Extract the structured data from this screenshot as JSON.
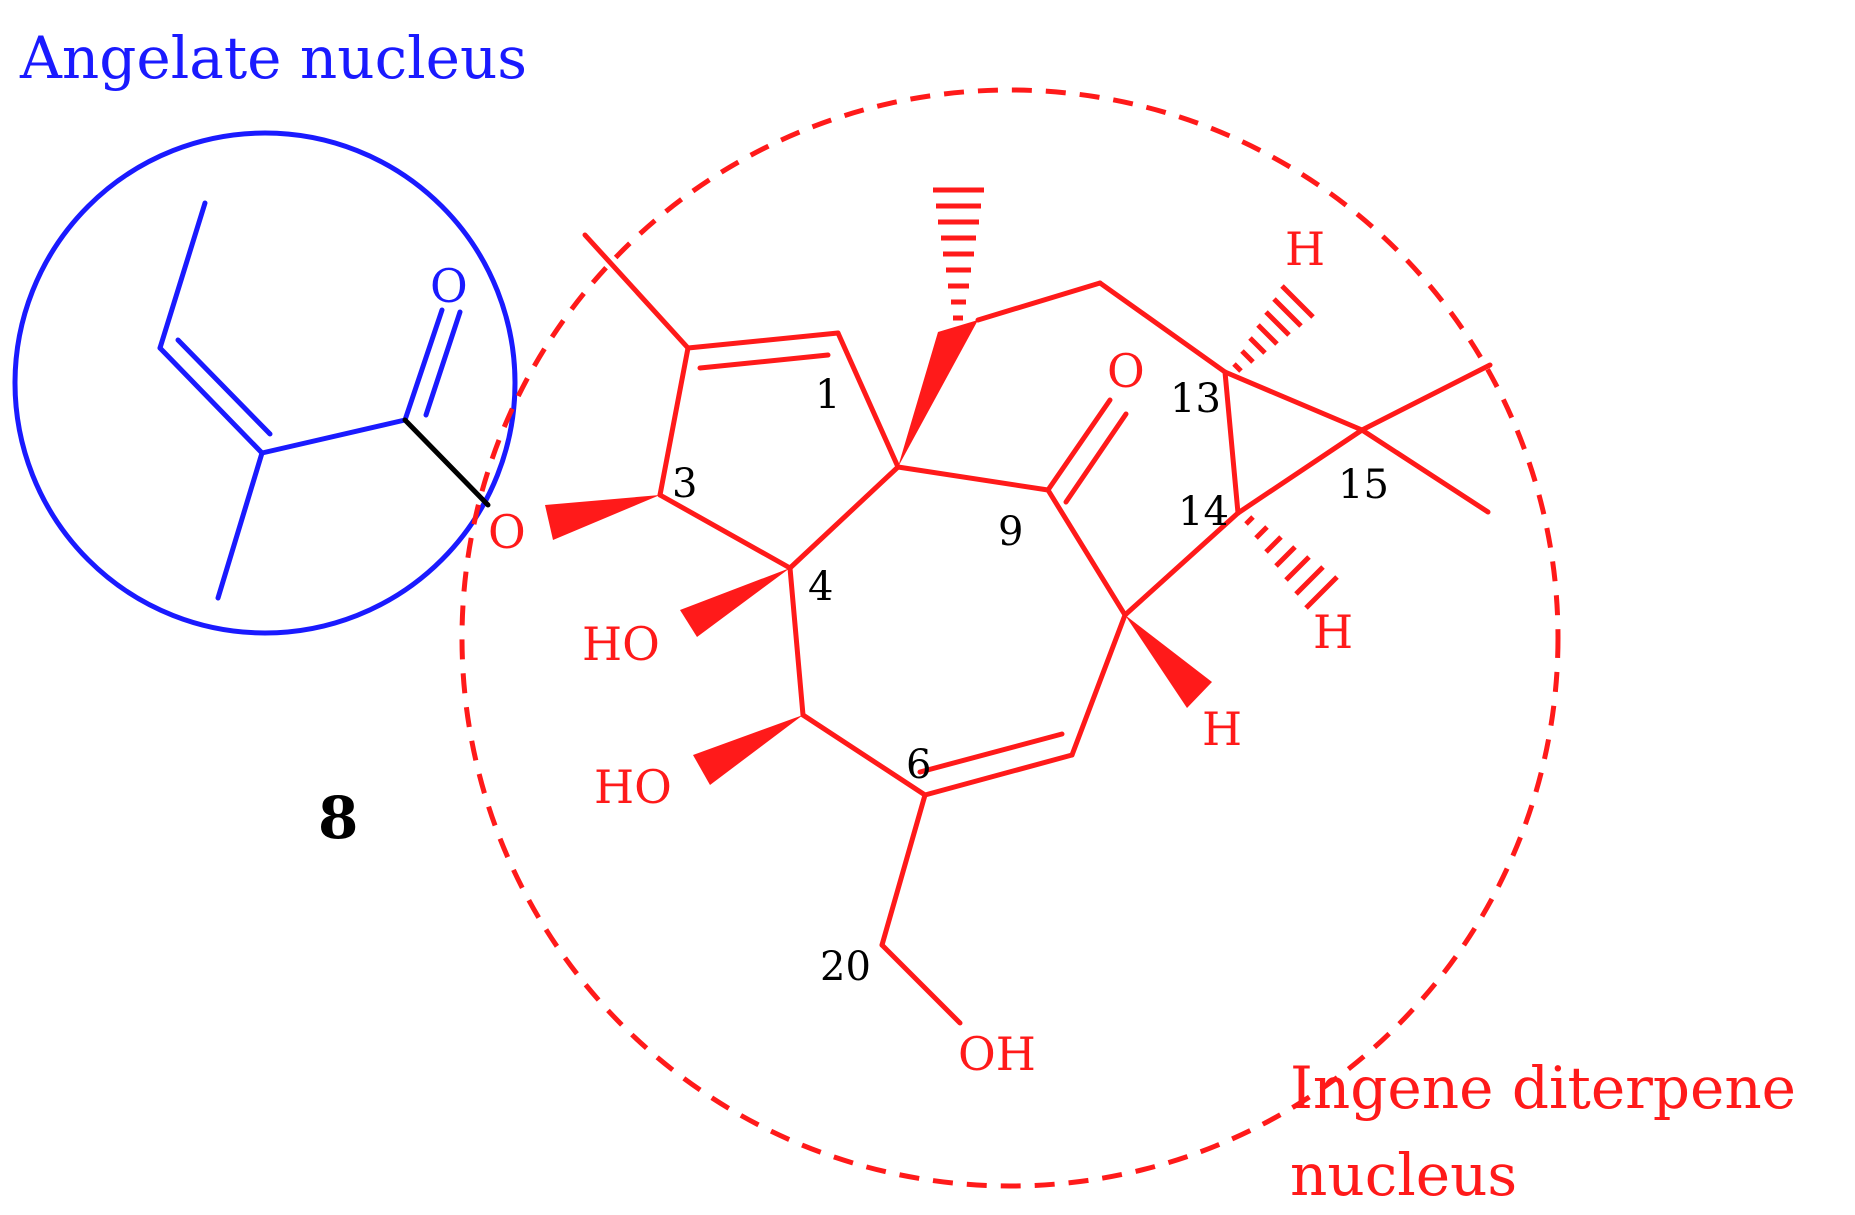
{
  "colors": {
    "angelate": "#1a1aff",
    "ingene": "#ff1a1a",
    "link": "#000000",
    "numbers": "#000000"
  },
  "labels": {
    "angelate_title": "Angelate nucleus",
    "ingene_title_line1": "Ingene diterpene",
    "ingene_title_line2": "nucleus",
    "compound_number": "8"
  },
  "atoms": {
    "carbonyl_o_angelate": "O",
    "ester_o": "O",
    "ketone_o": "O",
    "ho_c4": "HO",
    "ho_c5": "HO",
    "oh_c20": "OH",
    "h_c13": "H",
    "h_c14": "H",
    "h_c8": "H"
  },
  "carbon_numbers": {
    "c1": "1",
    "c3": "3",
    "c4": "4",
    "c6": "6",
    "c9": "9",
    "c13": "13",
    "c14": "14",
    "c15": "15",
    "c20": "20"
  }
}
